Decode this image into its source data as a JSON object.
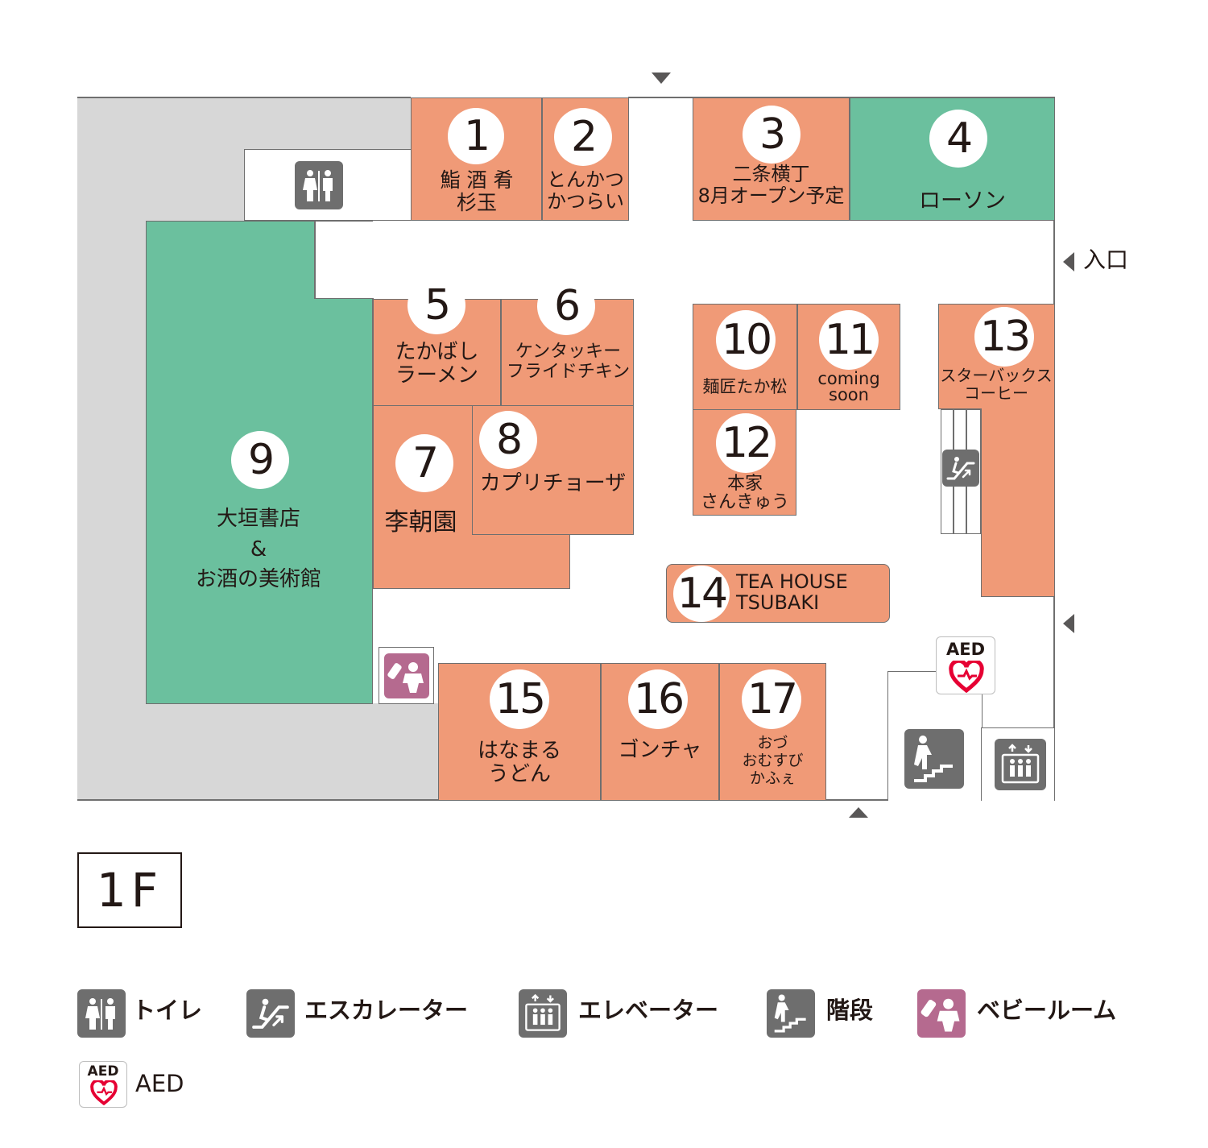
{
  "floor": {
    "label": "1F"
  },
  "entrance": {
    "label": "入口"
  },
  "shops": [
    {
      "number": "1",
      "name": "鮨 酒 肴\n杉玉"
    },
    {
      "number": "2",
      "name": "とんかつ\nかつらい"
    },
    {
      "number": "3",
      "name": "二条横丁\n8月オープン予定"
    },
    {
      "number": "4",
      "name": "ローソン"
    },
    {
      "number": "5",
      "name": "たかばし\nラーメン"
    },
    {
      "number": "6",
      "name": "ケンタッキー\nフライドチキン"
    },
    {
      "number": "7",
      "name": "李朝園"
    },
    {
      "number": "8",
      "name": "カプリチョーザ"
    },
    {
      "number": "9",
      "name": "大垣書店\n&\nお酒の美術館"
    },
    {
      "number": "10",
      "name": "麺匠たか松"
    },
    {
      "number": "11",
      "name": "coming\nsoon"
    },
    {
      "number": "12",
      "name": "本家\nさんきゅう"
    },
    {
      "number": "13",
      "name": "スターバックス\nコーヒー"
    },
    {
      "number": "14",
      "name": "TEA HOUSE\nTSUBAKI"
    },
    {
      "number": "15",
      "name": "はなまる\nうどん"
    },
    {
      "number": "16",
      "name": "ゴンチャ"
    },
    {
      "number": "17",
      "name": "おづ\nおむすび\nかふぇ"
    }
  ],
  "legend": {
    "toilet": "トイレ",
    "escalator": "エスカレーター",
    "elevator": "エレベーター",
    "stairs": "階段",
    "baby_room": "ベビールーム",
    "aed": "AED"
  },
  "aed_badge": "AED",
  "colors": {
    "restaurant": "#f09a77",
    "store": "#6bc09e",
    "facility_gray": "#6e6e6e",
    "baby_room": "#b56a8f",
    "aed_red": "#e60033",
    "back_area": "#d7d7d7"
  },
  "icons": [
    "toilet-icon",
    "escalator-icon",
    "elevator-icon",
    "stairs-icon",
    "baby-room-icon",
    "aed-icon",
    "entrance-arrow-icon"
  ]
}
